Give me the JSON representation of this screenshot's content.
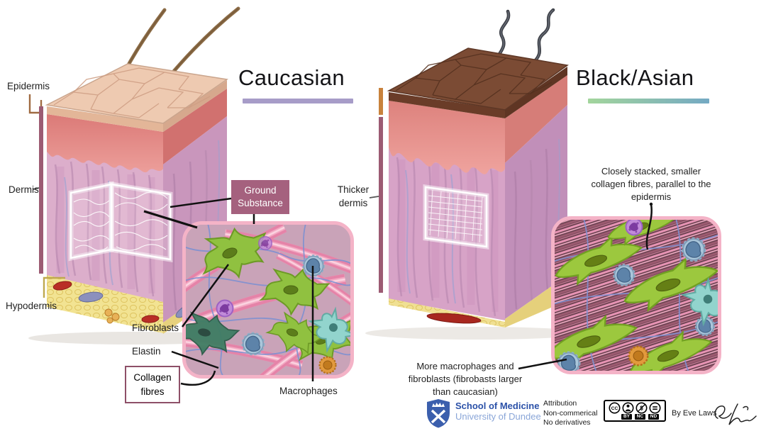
{
  "panels": {
    "left": {
      "title": "Caucasian",
      "underline_color": "#a79cc8"
    },
    "right": {
      "title": "Black/Asian",
      "underline_gradient": "linear-gradient(90deg,#a3d59c,#74a9c3)"
    }
  },
  "layer_labels": {
    "epidermis": "Epidermis",
    "dermis": "Dermis",
    "hypodermis": "Hypodermis",
    "thicker_dermis": "Thicker dermis"
  },
  "annotations": {
    "ground_substance": "Ground Substance",
    "ground_substance_bg": "#a5617e",
    "closely_stacked": "Closely stacked, smaller collagen fibres, parallel to the epidermis",
    "fibroblasts": "Fibroblasts",
    "elastin": "Elastin",
    "collagen_fibres": "Collagen fibres",
    "macrophages": "Macrophages",
    "more_macrophages": "More macrophages and fibroblasts (fibrobasts larger than caucasian)"
  },
  "footer": {
    "school": "School of Medicine",
    "university": "University of Dundee",
    "license_lines": [
      "Attribution",
      "Non-commerical",
      "No derivatives"
    ],
    "cc_labels": [
      "BY",
      "NC",
      "ND"
    ],
    "credit": "By Eve Laws"
  }
}
